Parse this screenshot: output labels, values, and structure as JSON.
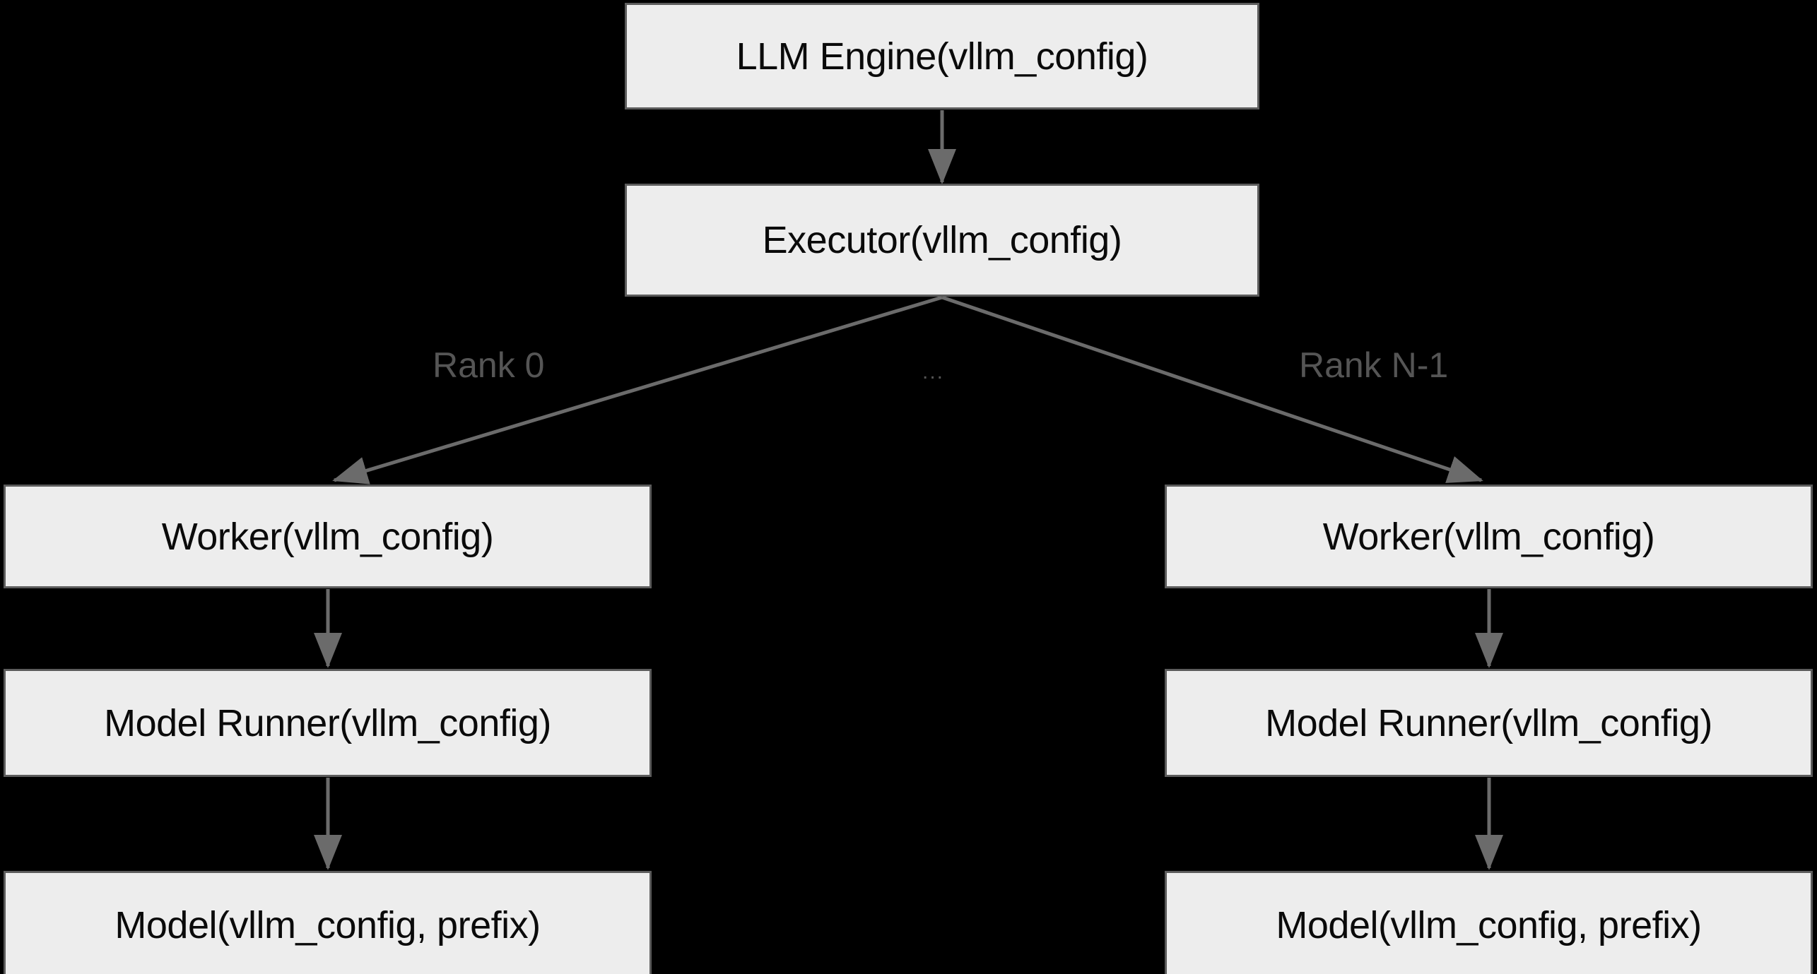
{
  "diagram": {
    "background_color": "#000000",
    "node_fill_color": "#ededed",
    "node_border_color": "#5c5c5c",
    "node_text_color": "#0a0a0a",
    "edge_color": "#6b6b6b",
    "edge_label_color": "#555555",
    "nodes": {
      "llm_engine": "LLM Engine(vllm_config)",
      "executor": "Executor(vllm_config)",
      "worker_rank0": "Worker(vllm_config)",
      "model_runner_rank0": "Model Runner(vllm_config)",
      "model_rank0": "Model(vllm_config, prefix)",
      "worker_rankn": "Worker(vllm_config)",
      "model_runner_rankn": "Model Runner(vllm_config)",
      "model_rankn": "Model(vllm_config, prefix)"
    },
    "edge_labels": {
      "rank_first": "Rank 0",
      "rank_middle": "...",
      "rank_last": "Rank N-1"
    }
  }
}
